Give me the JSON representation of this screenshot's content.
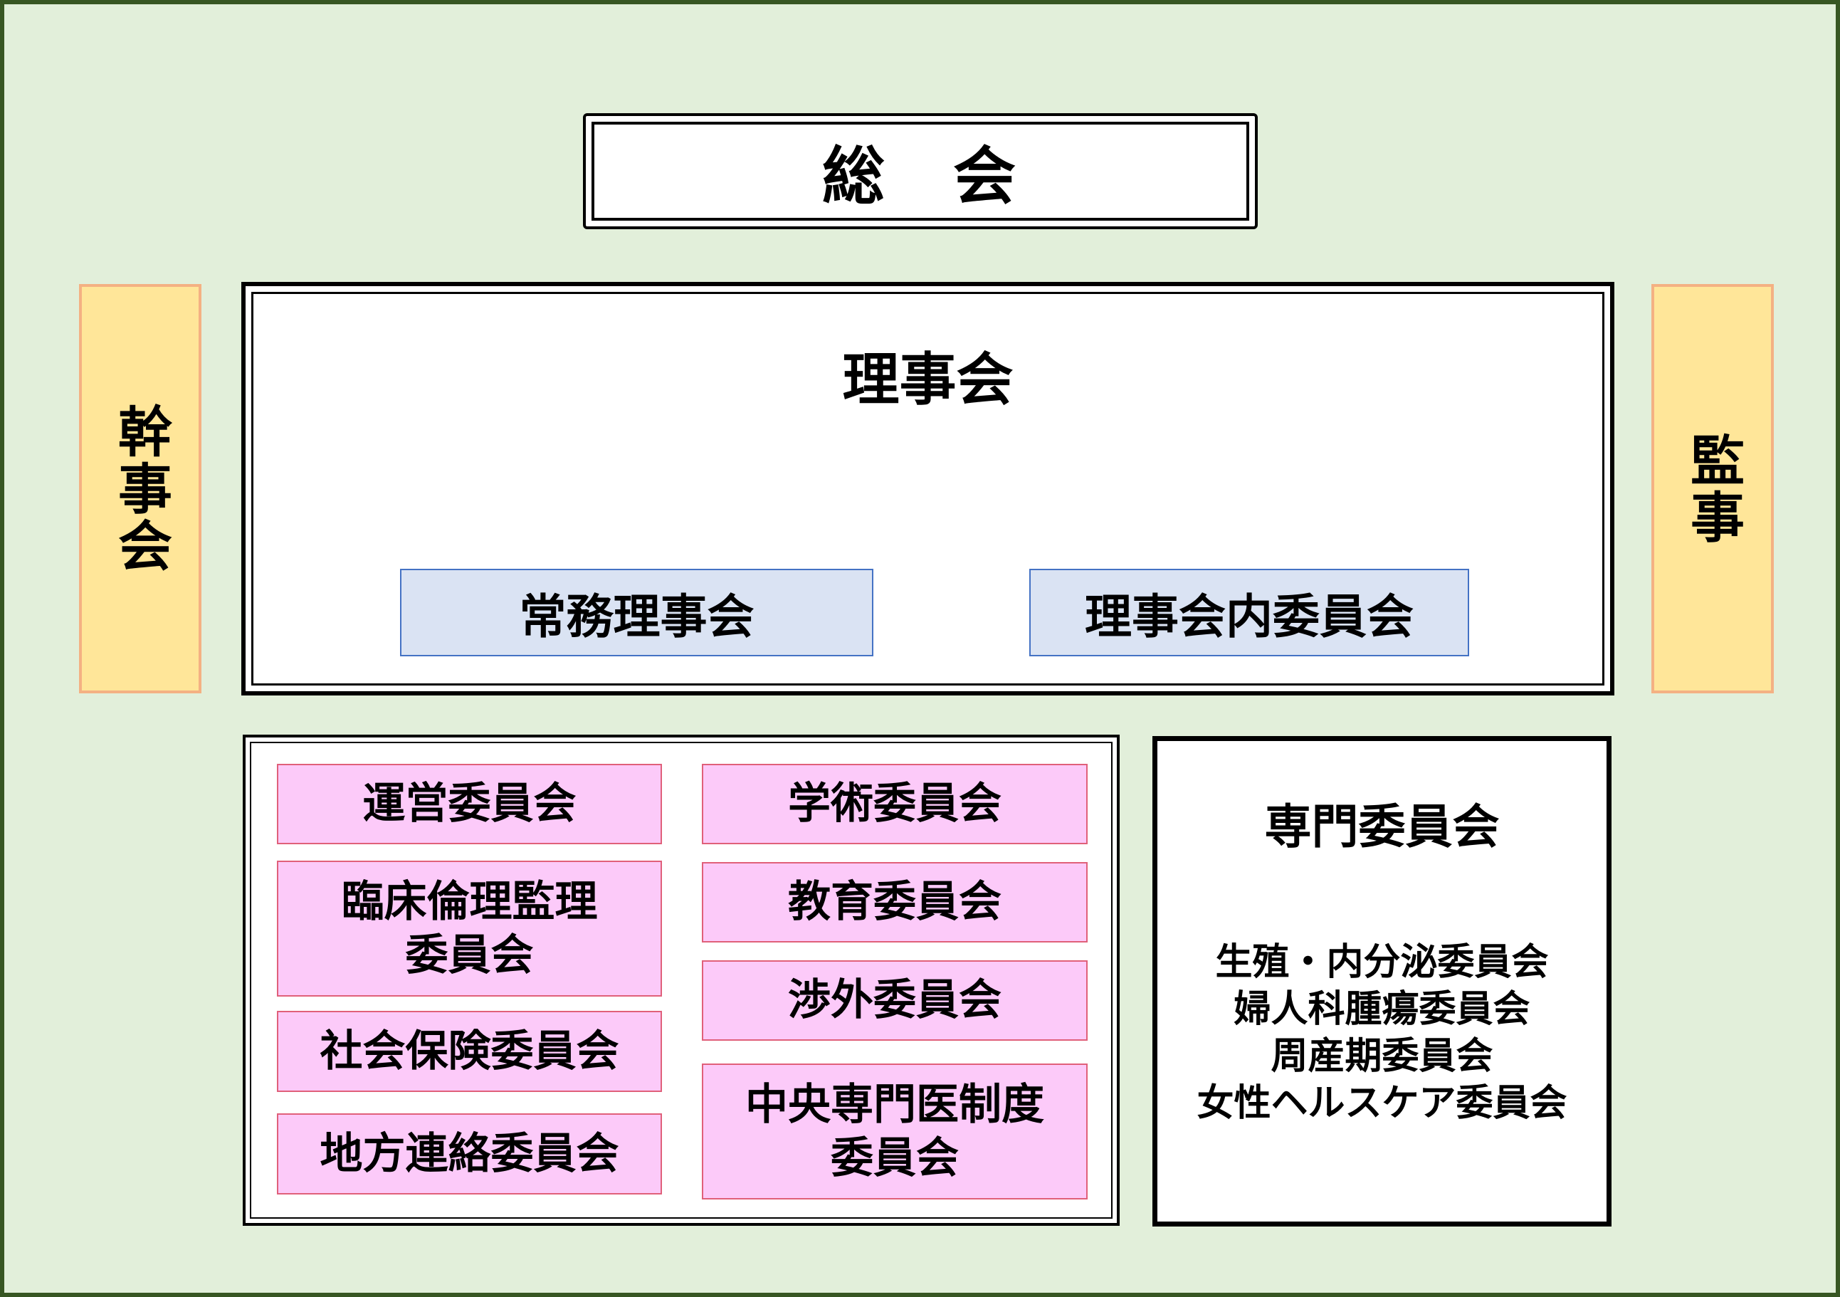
{
  "general_assembly": "総　会",
  "secretariat": "幹事会",
  "auditor": "監事",
  "board": {
    "title": "理事会",
    "executive": "常務理事会",
    "internal_committee": "理事会内委員会"
  },
  "committees": [
    "運営委員会",
    "臨床倫理監理\n委員会",
    "社会保険委員会",
    "地方連絡委員会",
    "学術委員会",
    "教育委員会",
    "渉外委員会",
    "中央専門医制度\n委員会"
  ],
  "specialty": {
    "title": "専門委員会",
    "items": [
      "生殖・内分泌委員会",
      "婦人科腫瘍委員会",
      "周産期委員会",
      "女性ヘルスケア委員会"
    ]
  },
  "colors": {
    "background": "#e2efda",
    "frame": "#375623",
    "blue_fill": "#dae3f3",
    "blue_border": "#4472c4",
    "pink_fill": "#fccaf9",
    "pink_border": "#e0607a",
    "yellow_fill": "#ffe699",
    "yellow_border": "#f4b183"
  }
}
